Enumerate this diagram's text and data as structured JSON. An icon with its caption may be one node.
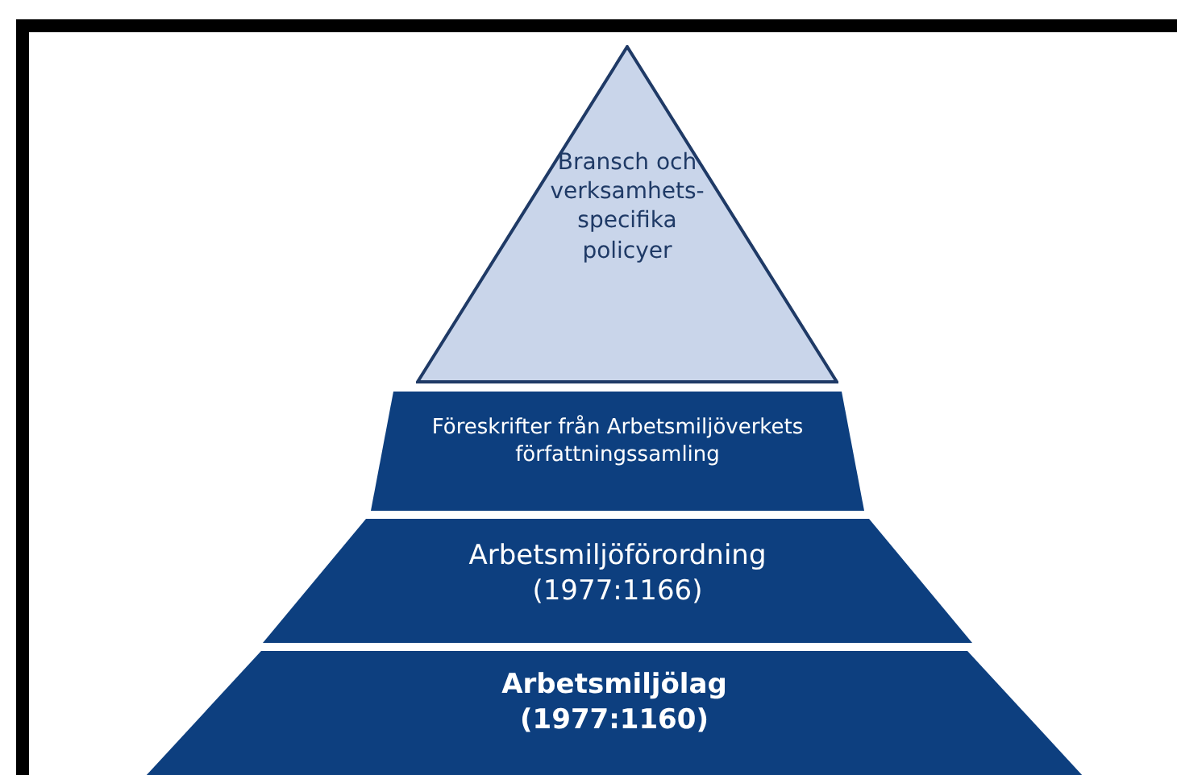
{
  "diagram": {
    "nodes": [
      {
        "text": [
          "Bransch och verksamhets- specifika policyer"
        ]
      },
      {
        "text": [
          "Föreskrifter från Arbetsmiljöverkets författningssamling"
        ]
      },
      {
        "text": [
          "Arbetsmiljöförordning (1977:1166)"
        ]
      },
      {
        "text": [
          "Arbetsmiljölag (1977:1160)"
        ]
      }
    ]
  }
}
